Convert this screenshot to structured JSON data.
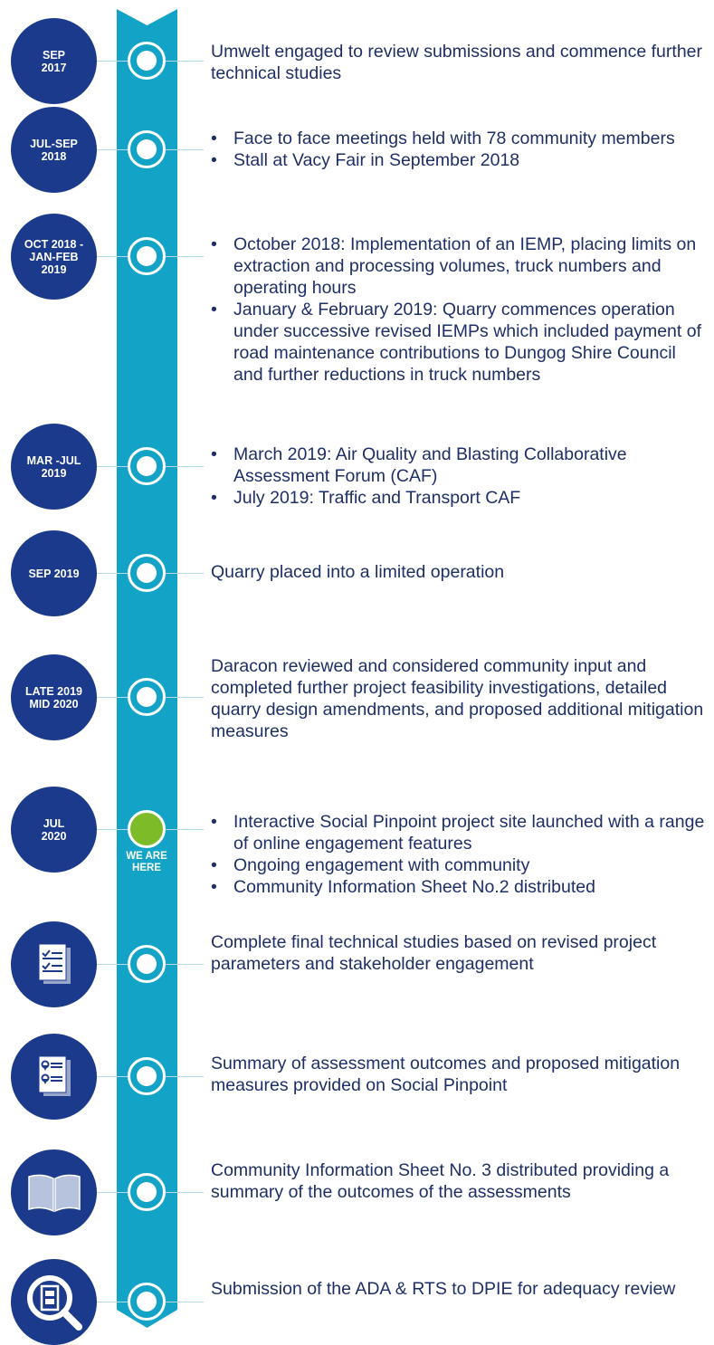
{
  "colors": {
    "badge": "#1b3a8c",
    "band": "#13a3c7",
    "current_dot": "#7dbb28",
    "text": "#1d2f66"
  },
  "timeline": {
    "current_marker_label": "WE ARE HERE",
    "steps": [
      {
        "badge": "SEP\n2017",
        "paragraph": "Umwelt engaged to review submissions and commence further technical studies"
      },
      {
        "badge": "JUL-SEP\n2018",
        "bullets": [
          "Face to face meetings held with 78 community members",
          "Stall at Vacy Fair in September 2018"
        ]
      },
      {
        "badge": "OCT 2018 -\nJAN-FEB\n2019",
        "bullets": [
          "October 2018: Implementation of an IEMP, placing limits on extraction and processing volumes, truck numbers and operating hours",
          "January & February 2019: Quarry commences operation under successive revised IEMPs which included payment of road maintenance contributions to Dungog Shire Council and further reductions in truck numbers"
        ]
      },
      {
        "badge": "MAR -JUL\n2019",
        "bullets": [
          "March 2019: Air Quality and Blasting Collaborative Assessment Forum (CAF)",
          "July 2019: Traffic and Transport CAF"
        ]
      },
      {
        "badge": "SEP 2019",
        "paragraph": "Quarry placed into a limited operation"
      },
      {
        "badge": "LATE 2019\nMID 2020",
        "paragraph": "Daracon reviewed and considered community input and completed further project feasibility investigations, detailed quarry design amendments, and proposed additional mitigation measures"
      },
      {
        "badge": "JUL\n2020",
        "bullets": [
          "Interactive Social Pinpoint project site launched with a range of online engagement features",
          "Ongoing engagement with community",
          "Community Information Sheet No.2 distributed"
        ]
      },
      {
        "icon": "checklist-document-icon",
        "paragraph": "Complete final technical studies based on revised project parameters and stakeholder engagement"
      },
      {
        "icon": "location-list-document-icon",
        "paragraph": "Summary of assessment outcomes and proposed mitigation measures provided on Social Pinpoint"
      },
      {
        "icon": "open-book-icon",
        "paragraph": "Community Information Sheet No. 3 distributed providing a summary of the outcomes of the assessments"
      },
      {
        "icon": "magnifier-document-icon",
        "paragraph": "Submission of the ADA & RTS to DPIE for adequacy review"
      }
    ]
  }
}
